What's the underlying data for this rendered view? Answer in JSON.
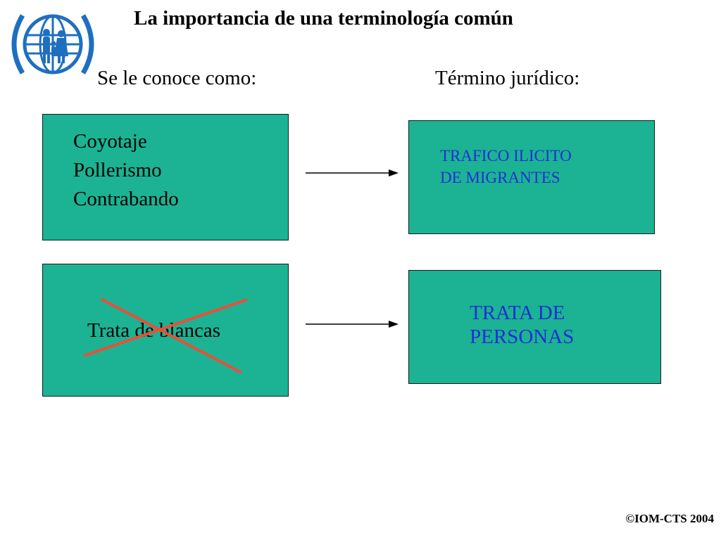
{
  "title": "La importancia de una terminología común",
  "headings": {
    "left": "Se le conoce como:",
    "right": "Término jurídico:"
  },
  "colors": {
    "box_fill": "#1bb393",
    "legal_text": "#1f2fd6",
    "cross": "#e8503a",
    "logo": "#1f6fc0"
  },
  "logo": {
    "icon": "iom-globe-family-logo"
  },
  "rows": [
    {
      "colloquial": [
        "Coyotaje",
        "Pollerismo",
        "Contrabando"
      ],
      "legal": [
        "TRAFICO ILICITO",
        "DE MIGRANTES"
      ]
    },
    {
      "colloquial": [
        "Trata de blancas"
      ],
      "crossed_out": true,
      "legal": [
        "TRATA DE",
        "PERSONAS"
      ]
    }
  ],
  "copyright": "©IOM-CTS 2004"
}
